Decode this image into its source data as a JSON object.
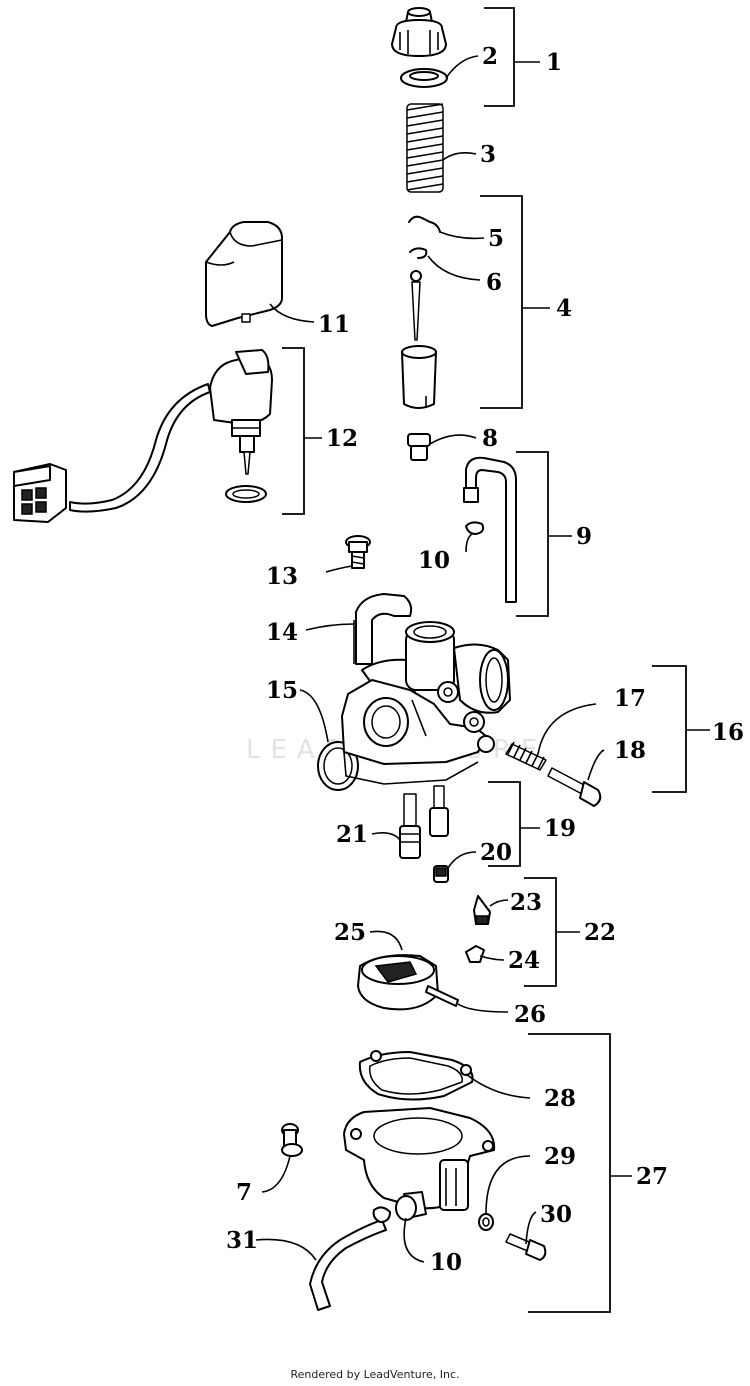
{
  "watermark": "LEADVENTURE",
  "footer": "Rendered by LeadVenture, Inc.",
  "callouts": {
    "c1": "1",
    "c2": "2",
    "c3": "3",
    "c4": "4",
    "c5": "5",
    "c6": "6",
    "c7": "7",
    "c8": "8",
    "c9": "9",
    "c10a": "10",
    "c10b": "10",
    "c11": "11",
    "c12": "12",
    "c13": "13",
    "c14": "14",
    "c15": "15",
    "c16": "16",
    "c17": "17",
    "c18": "18",
    "c19": "19",
    "c20": "20",
    "c21": "21",
    "c22": "22",
    "c23": "23",
    "c24": "24",
    "c25": "25",
    "c26": "26",
    "c27": "27",
    "c28": "28",
    "c29": "29",
    "c30": "30",
    "c31": "31"
  }
}
